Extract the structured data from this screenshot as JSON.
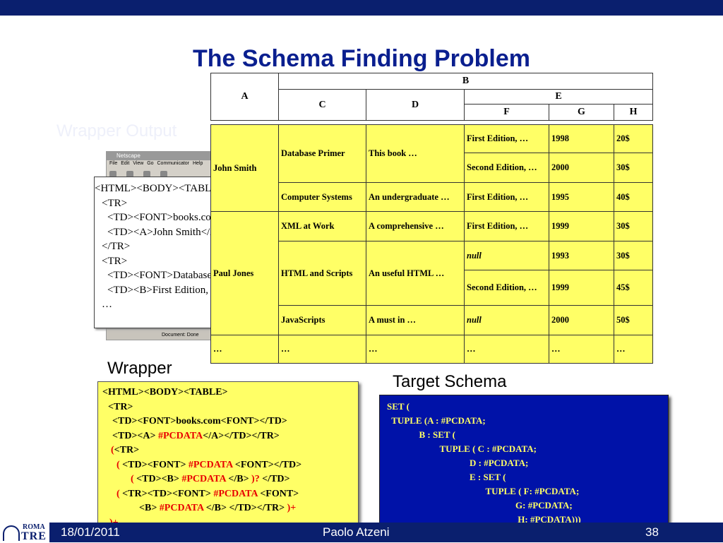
{
  "slide": {
    "title": "The Schema Finding Problem",
    "wrapper_output_label": "Wrapper Output",
    "wrapper_label": "Wrapper",
    "target_schema_label": "Target Schema"
  },
  "browser": {
    "title": "Netscape",
    "menu": "File Edit View Go Communicator Help",
    "status": "Document: Done"
  },
  "html_snippet": [
    "<HTML><BODY><TABLE>",
    "  <TR>",
    "    <TD><FONT>books.com<FONT></TD>",
    "    <TD><A>John Smith</A></TD></TR>",
    "  </TR>",
    "  <TR>",
    "    <TD><FONT>Database Primer</FONT></TD>",
    "    <TD><B>First Edition, Paperback</B></TD>",
    "…"
  ],
  "table": {
    "header": {
      "A": "A",
      "B": "B",
      "C": "C",
      "D": "D",
      "E": "E",
      "F": "F",
      "G": "G",
      "H": "H"
    },
    "rows": [
      {
        "a": "John Smith",
        "c": "Database Primer",
        "d": "This book …",
        "f": "First Edition, …",
        "g": "1998",
        "h": "20$"
      },
      {
        "f": "Second Edition, …",
        "g": "2000",
        "h": "30$"
      },
      {
        "c": "Computer Systems",
        "d": "An undergraduate …",
        "f": "First Edition, …",
        "g": "1995",
        "h": "40$"
      },
      {
        "a": "Paul Jones",
        "c": "XML at Work",
        "d": "A comprehensive …",
        "f": "First Edition, …",
        "g": "1999",
        "h": "30$"
      },
      {
        "c": "HTML and Scripts",
        "d": "An useful HTML …",
        "f": "null",
        "g": "1993",
        "h": "30$"
      },
      {
        "f": "Second Edition, …",
        "g": "1999",
        "h": "45$"
      },
      {
        "c": "JavaScripts",
        "d": "A must in …",
        "f": "null",
        "g": "2000",
        "h": "50$"
      },
      {
        "a": "…",
        "c": "…",
        "d": "…",
        "f": "…",
        "g": "…",
        "h": "…"
      }
    ]
  },
  "wrapper_code": {
    "l1": "<HTML><BODY><TABLE>",
    "l2": "  <TR>",
    "l3": "    <TD><FONT>books.com<FONT></TD>",
    "l4a": "    <TD><A> ",
    "pc": "#PCDATA",
    "l4b": "</A></TD></TR>",
    "l5a": "   (",
    "l5b": "<TR>",
    "l6a": "     ( ",
    "l6b": "<TD><FONT> ",
    "l6c": " <FONT></TD>",
    "l7a": "          ( ",
    "l7b": "<TD><B> ",
    "l7c": " </B> ",
    "l7d": ")? ",
    "l7e": "</TD>",
    "l8a": "     ( ",
    "l8b": "<TR><TD><FONT> ",
    "l8c": " <FONT>",
    "l9a": "            <B> ",
    "l9b": " </B> </TD></TR> ",
    "l9c": ")+",
    "l10a": "   )+",
    "l10b": "…"
  },
  "schema_code": [
    "SET (",
    "  TUPLE (A : #PCDATA;",
    "              B : SET (",
    "                       TUPLE ( C : #PCDATA;",
    "                                    D : #PCDATA;",
    "                                    E : SET (",
    "                                           TUPLE ( F: #PCDATA;",
    "                                                        G: #PCDATA;",
    "                                                         H: #PCDATA)))"
  ],
  "footer": {
    "logo_top": "ROMA",
    "logo_bottom": "TRE",
    "date": "18/01/2011",
    "author": "Paolo Atzeni",
    "page": "38"
  }
}
